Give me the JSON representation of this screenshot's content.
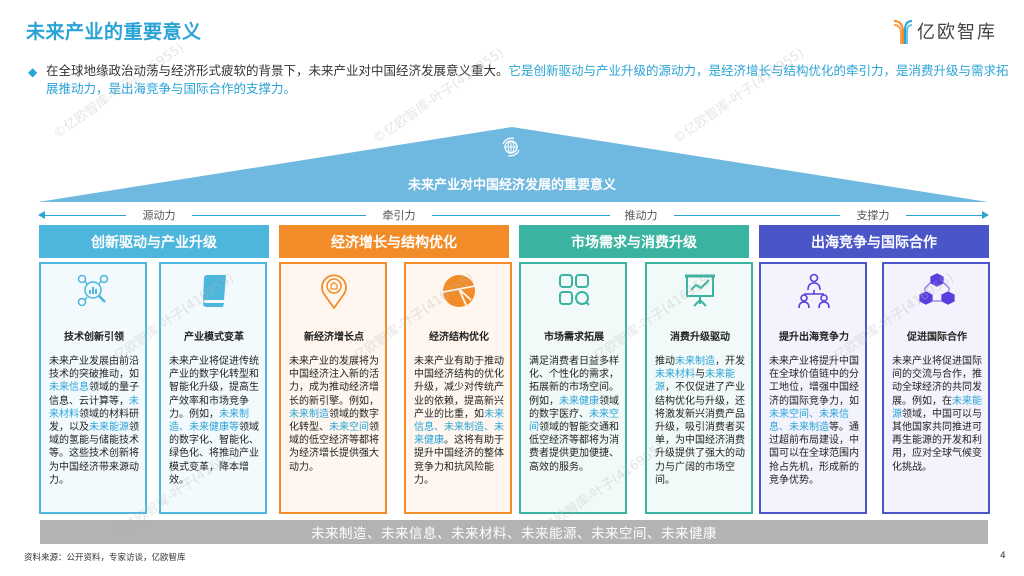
{
  "header": {
    "title": "未来产业的重要意义",
    "logo_text": "亿欧智库"
  },
  "intro": {
    "plain": "在全球地缘政治动荡与经济形式疲软的背景下，未来产业对中国经济发展意义重大。",
    "highlight": "它是创新驱动与产业升级的源动力，是经济增长与结构优化的牵引力，是消费升级与需求拓展推动力，是出海竞争与国际合作的支撑力。"
  },
  "roof": {
    "title": "未来产业对中国经济发展的重要意义",
    "icon": "globe-icon"
  },
  "axis": {
    "labels": [
      "源动力",
      "牵引力",
      "推动力",
      "支撑力"
    ]
  },
  "categories": [
    {
      "label": "创新驱动与产业升级",
      "color": "#4db6dc",
      "cards": [
        {
          "icon": "tech-innovation-icon",
          "title": "技术创新引领",
          "body": [
            {
              "t": "未来产业发展由前沿技术的突破推动，如"
            },
            {
              "t": "未来信息",
              "hl": true
            },
            {
              "t": "领域的量子信息、云计算等，"
            },
            {
              "t": "未来材料",
              "hl": true
            },
            {
              "t": "领域的材料研发，以及"
            },
            {
              "t": "未来能源",
              "hl": true
            },
            {
              "t": "领域的氢能与储能技术等。这些技术创新将为中国经济带来源动力。"
            }
          ]
        },
        {
          "icon": "book-icon",
          "title": "产业模式变革",
          "body": [
            {
              "t": "未来产业将促进传统产业的数字化转型和智能化升级，提高生产效率和市场竞争力。例如，"
            },
            {
              "t": "未来制造、未来健康等",
              "hl": true
            },
            {
              "t": "领域的数字化、智能化、绿色化、将推动产业模式变革，降本增效。"
            }
          ]
        }
      ]
    },
    {
      "label": "经济增长与结构优化",
      "color": "#f28c28",
      "cards": [
        {
          "icon": "location-pin-icon",
          "title": "新经济增长点",
          "body": [
            {
              "t": "未来产业的发展将为中国经济注入新的活力，成为推动经济增长的新引擎。例如，"
            },
            {
              "t": "未来制造",
              "hl": true
            },
            {
              "t": "领域的数字化转型、"
            },
            {
              "t": "未来空间",
              "hl": true
            },
            {
              "t": "领域的低空经济等都将为经济增长提供强大动力。"
            }
          ]
        },
        {
          "icon": "pie-chart-icon",
          "title": "经济结构优化",
          "body": [
            {
              "t": "未来产业有助于推动中国经济结构的优化升级，减少对传统产业的依赖，提高新兴产业的比重，如"
            },
            {
              "t": "未来信息、未来制造、未来健康",
              "hl": true
            },
            {
              "t": "。这将有助于提升中国经济的整体竞争力和抗风险能力。"
            }
          ]
        }
      ]
    },
    {
      "label": "市场需求与消费升级",
      "color": "#3ab3a0",
      "cards": [
        {
          "icon": "grid-search-icon",
          "title": "市场需求拓展",
          "body": [
            {
              "t": "满足消费者日益多样化、个性化的需求，拓展新的市场空间。例如，"
            },
            {
              "t": "未来健康",
              "hl": true
            },
            {
              "t": "领域的数字医疗、"
            },
            {
              "t": "未来空间",
              "hl": true
            },
            {
              "t": "领域的智能交通和低空经济等都将为消费者提供更加便捷、高效的服务。"
            }
          ]
        },
        {
          "icon": "presentation-chart-icon",
          "title": "消费升级驱动",
          "body": [
            {
              "t": "推动"
            },
            {
              "t": "未来制造",
              "hl": true
            },
            {
              "t": "，开发"
            },
            {
              "t": "未来材料",
              "hl": true
            },
            {
              "t": "与"
            },
            {
              "t": "未来能源",
              "hl": true
            },
            {
              "t": "，不仅促进了产业结构优化与升级，还将激发新兴消费产品升级，吸引消费者买单，为中国经济消费升级提供了强大的动力与广阔的市场空间。"
            }
          ]
        }
      ]
    },
    {
      "label": "出海竞争与国际合作",
      "color": "#4a55c8",
      "cards": [
        {
          "icon": "team-hierarchy-icon",
          "title": "提升出海竞争力",
          "body": [
            {
              "t": "未来产业将提升中国在全球价值链中的分工地位，增强中国经济的国际竞争力，如"
            },
            {
              "t": "未来空间、未来信息、未来制造",
              "hl": true
            },
            {
              "t": "等。通过超前布局建设，中国可以在全球范围内抢占先机，形成新的竞争优势。"
            }
          ]
        },
        {
          "icon": "cubes-network-icon",
          "title": "促进国际合作",
          "body": [
            {
              "t": "未来产业将促进国际间的交流与合作，推动全球经济的共同发展。例如，在"
            },
            {
              "t": "未来能源",
              "hl": true
            },
            {
              "t": "领域，中国可以与其他国家共同推进可再生能源的开发和利用，应对全球气候变化挑战。"
            }
          ]
        }
      ]
    }
  ],
  "bottom_bar": "未来制造、未来信息、未来材料、未来能源、未来空间、未来健康",
  "footer": {
    "source": "资料来源：公开资料，专家访谈，亿欧智库",
    "page": "4"
  },
  "watermark": "©亿欧智库-叶子(416955)",
  "colors": {
    "accent": "#2aa3d6",
    "roof": "#6fb8df",
    "cat1": "#4db6dc",
    "cat2": "#f28c28",
    "cat3": "#3ab3a0",
    "cat4": "#4a55c8",
    "bottom_bar": "#b3b3b3"
  }
}
